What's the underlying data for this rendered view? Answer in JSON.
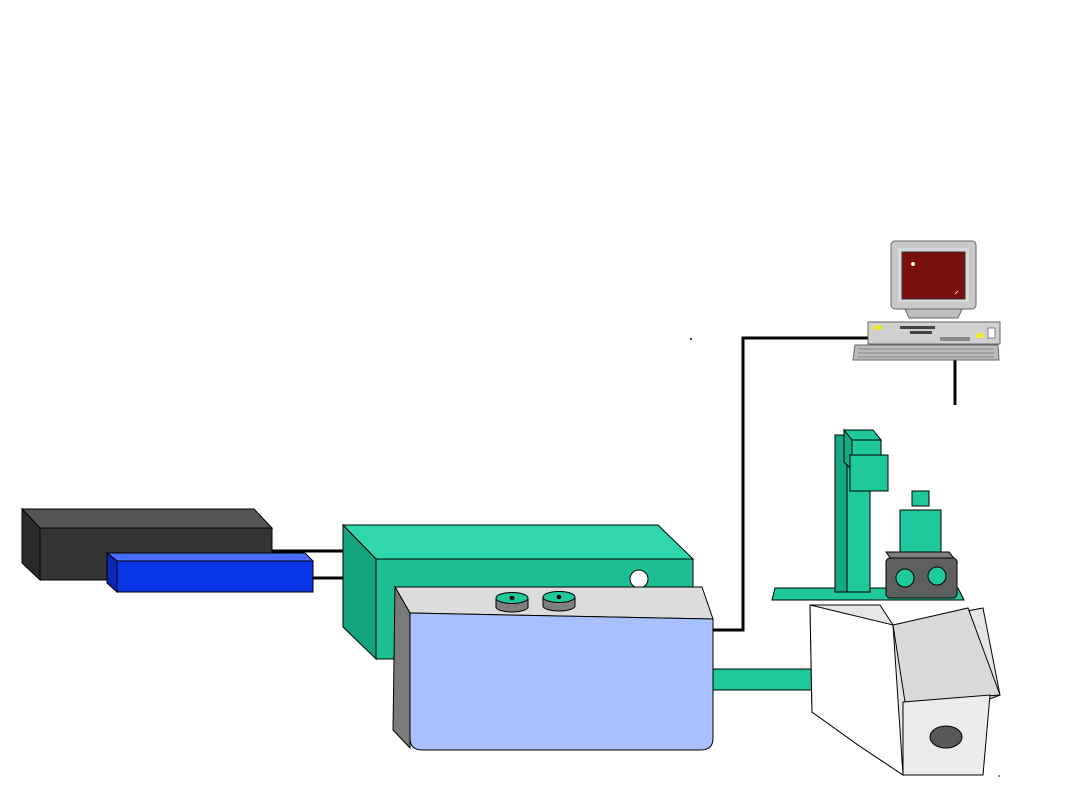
{
  "diagram": {
    "kind": "equipment-setup",
    "components": [
      {
        "id": "dark-box",
        "icon": "dark-gray-box",
        "color": "#333333"
      },
      {
        "id": "blue-box",
        "icon": "blue-bar-box",
        "color": "#0a35e6"
      },
      {
        "id": "green-unit",
        "icon": "teal-box",
        "color": "#1fbf95"
      },
      {
        "id": "front-panel",
        "icon": "light-blue-panel",
        "color": "#a8c0ff"
      },
      {
        "id": "computer",
        "icon": "desktop-computer-icon"
      },
      {
        "id": "microscope",
        "icon": "inverted-microscope-icon",
        "color": "#1fc99b"
      }
    ],
    "colors": {
      "teal": "#1fc99b",
      "teal_light": "#2fd6ae",
      "dark": "#333333",
      "blue": "#0a35e6",
      "panel": "#a8c0ff",
      "monitor_screen": "#7a0f10",
      "gray": "#d9d9d9"
    }
  }
}
